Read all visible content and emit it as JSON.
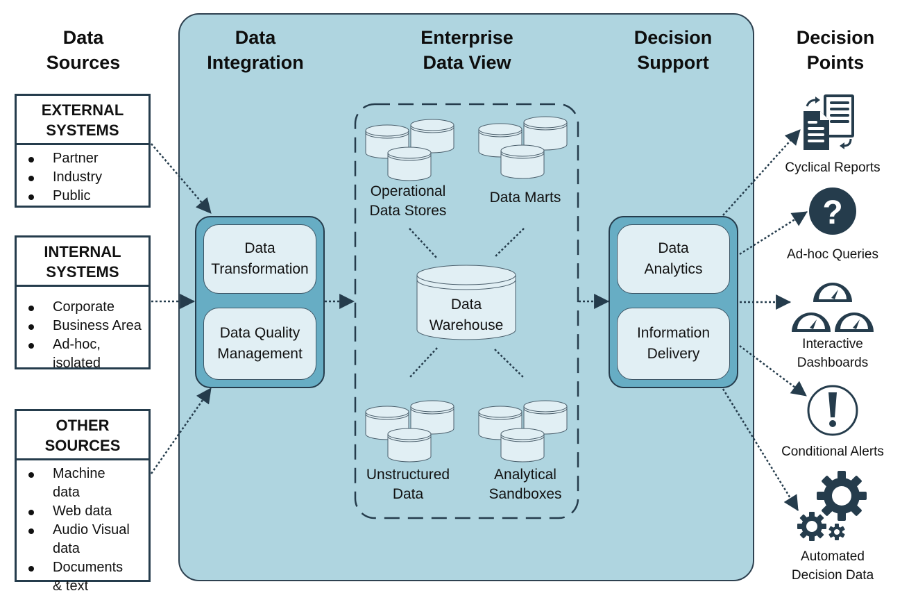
{
  "columns": {
    "data_sources": [
      "Data",
      "Sources"
    ],
    "data_integration": [
      "Data",
      "Integration"
    ],
    "enterprise_data_view": [
      "Enterprise",
      "Data View"
    ],
    "decision_support": [
      "Decision",
      "Support"
    ],
    "decision_points": [
      "Decision",
      "Points"
    ]
  },
  "sources": [
    {
      "title": [
        "EXTERNAL",
        "SYSTEMS"
      ],
      "items": [
        "Partner",
        "Industry",
        "Public"
      ]
    },
    {
      "title": [
        "INTERNAL",
        "SYSTEMS"
      ],
      "items": [
        "Corporate",
        "Business Area",
        "Ad-hoc, isolated"
      ]
    },
    {
      "title": [
        "OTHER",
        "SOURCES"
      ],
      "items": [
        "Machine data",
        "Web data",
        "Audio Visual data",
        "Documents & text"
      ]
    }
  ],
  "integration": {
    "blocks": [
      [
        "Data",
        "Transformation"
      ],
      [
        "Data Quality",
        "Management"
      ]
    ]
  },
  "enterprise_view": {
    "stores": [
      {
        "label": [
          "Operational",
          "Data Stores"
        ]
      },
      {
        "label": [
          "Data Marts"
        ]
      },
      {
        "label": [
          "Unstructured",
          "Data"
        ]
      },
      {
        "label": [
          "Analytical",
          "Sandboxes"
        ]
      }
    ],
    "warehouse": [
      "Data",
      "Warehouse"
    ]
  },
  "decision_support": {
    "blocks": [
      [
        "Data",
        "Analytics"
      ],
      [
        "Information",
        "Delivery"
      ]
    ]
  },
  "decision_points": [
    {
      "icon": "cyclical-reports-icon",
      "label": [
        "Cyclical Reports"
      ]
    },
    {
      "icon": "question-icon",
      "label": [
        "Ad-hoc Queries"
      ]
    },
    {
      "icon": "dashboard-gauges-icon",
      "label": [
        "Interactive",
        "Dashboards"
      ]
    },
    {
      "icon": "exclamation-icon",
      "label": [
        "Conditional Alerts"
      ]
    },
    {
      "icon": "gears-icon",
      "label": [
        "Automated",
        "Decision Data"
      ]
    }
  ],
  "colors": {
    "panel": "#afd5e0",
    "process_outer": "#67adc4",
    "process_inner": "#e1eff4",
    "dark": "#253c4c"
  }
}
